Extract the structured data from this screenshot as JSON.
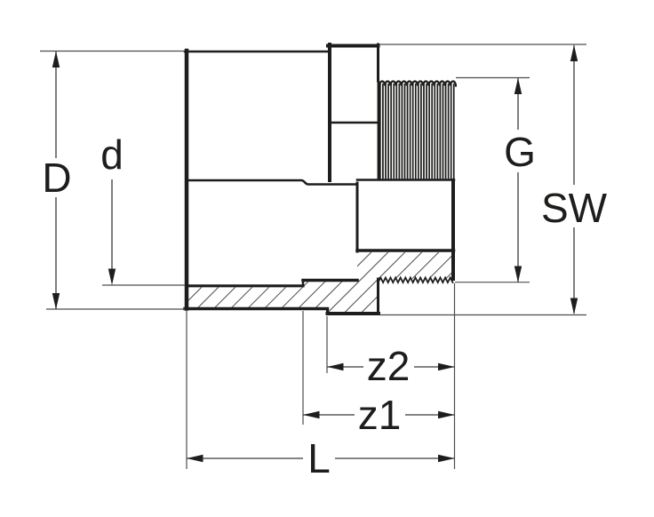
{
  "drawing": {
    "background_color": "#ffffff",
    "outline_color": "#1d1d1b",
    "dimension_color": "#4d4d4d",
    "labels": {
      "outer_diameter": "D",
      "socket_bore": "d",
      "thread": "G",
      "hex_across_flats": "SW",
      "z2": "z2",
      "z1": "z1",
      "overall_length": "L"
    }
  }
}
